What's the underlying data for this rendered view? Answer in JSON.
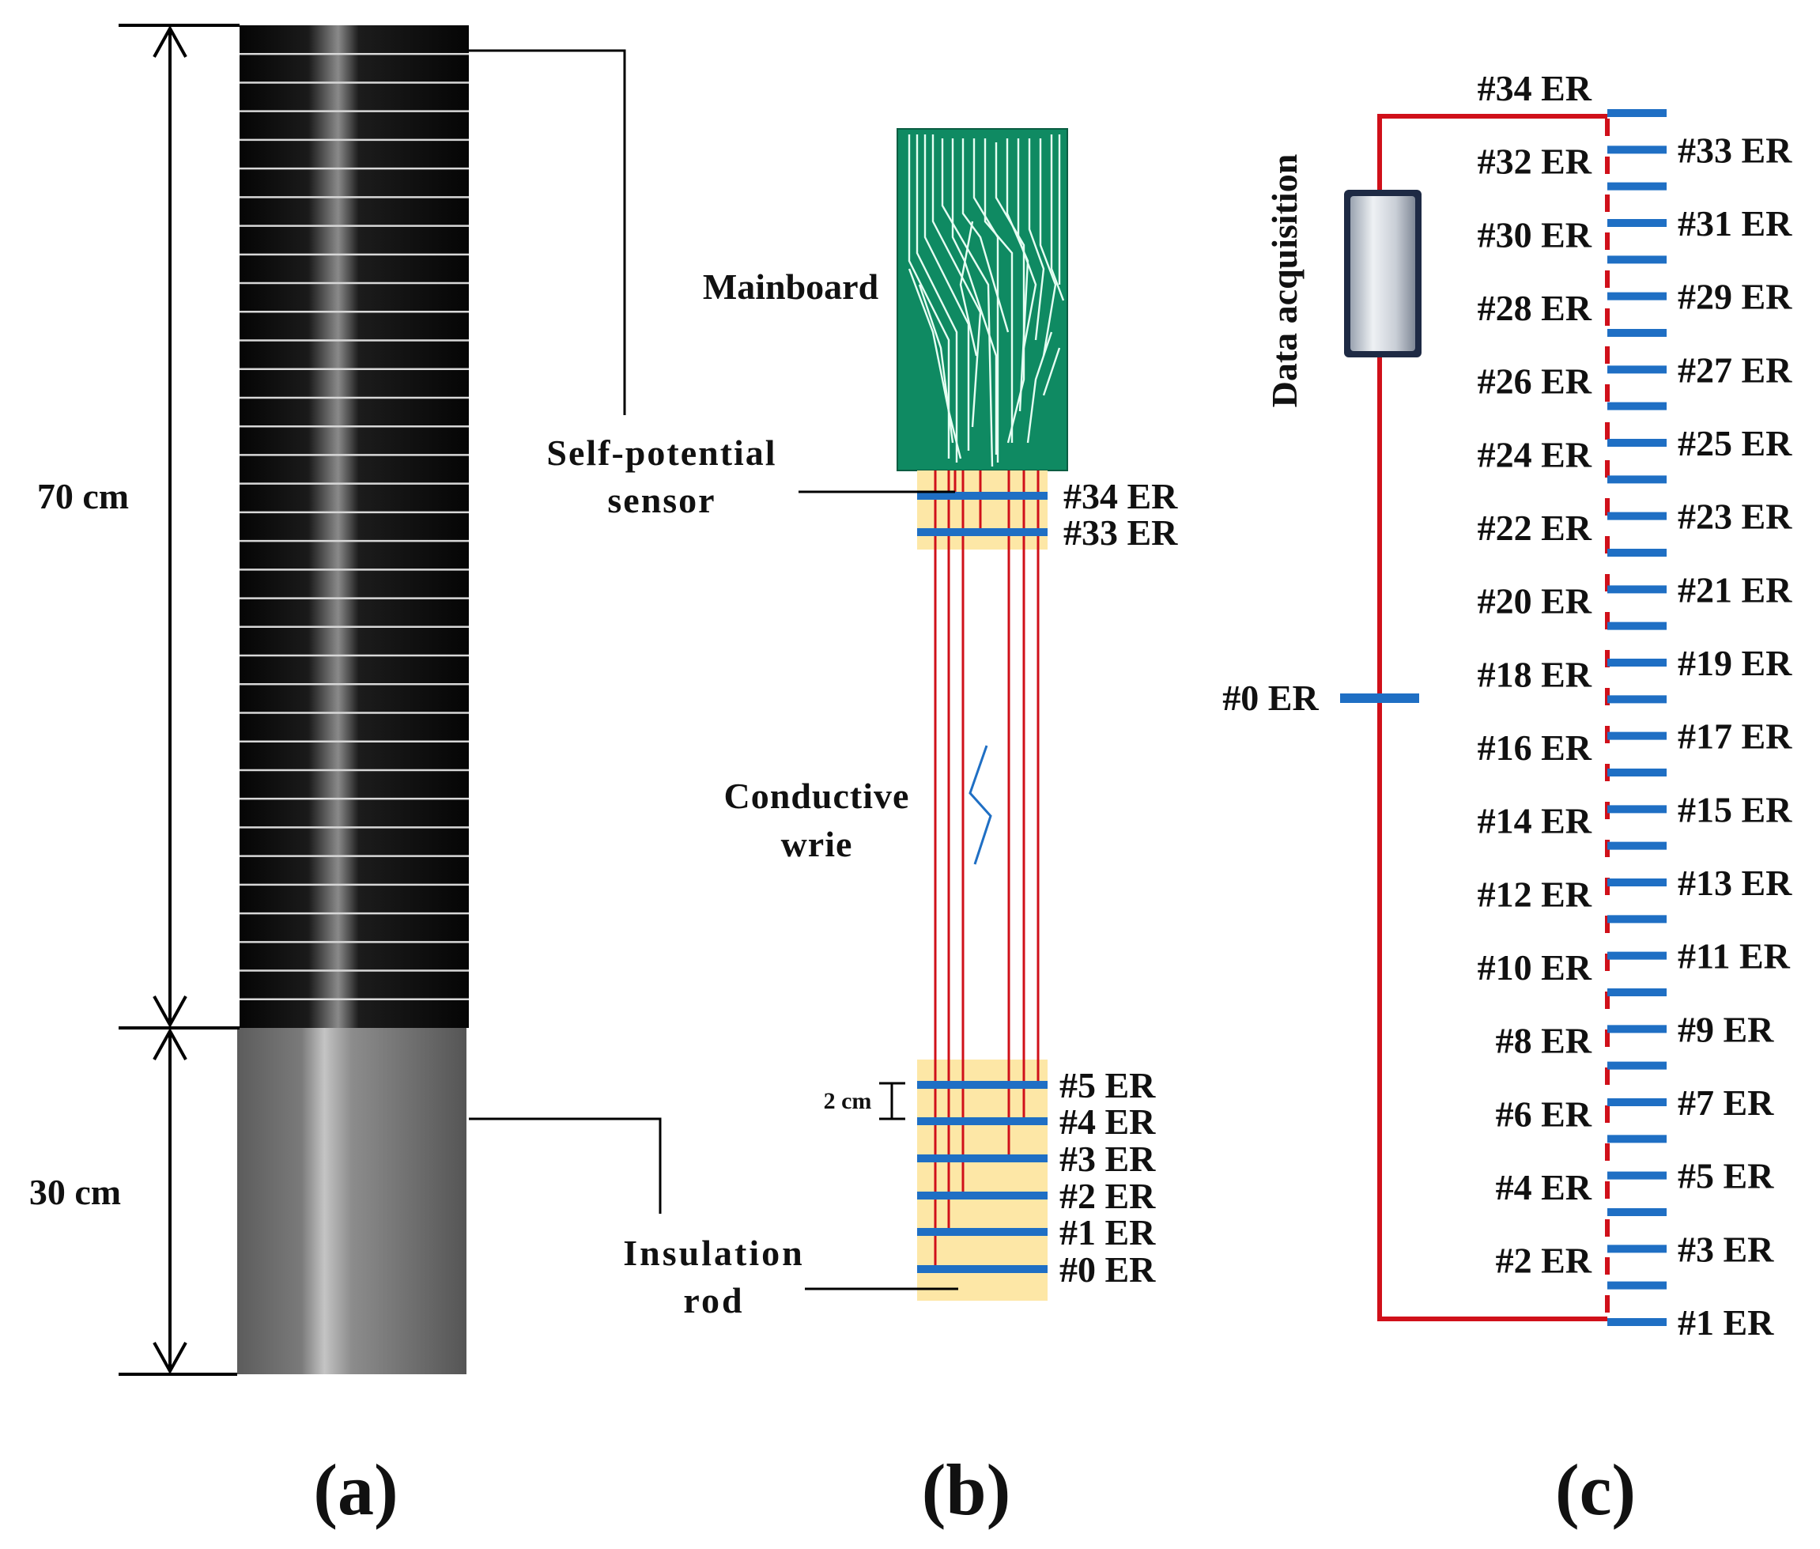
{
  "panel_a": {
    "dim_top": "70 cm",
    "dim_bottom": "30 cm",
    "caption": "(a)",
    "ring_count": 35
  },
  "panel_b": {
    "mainboard": "Mainboard",
    "sensor_line1": "Self-potential",
    "sensor_line2": "sensor",
    "wire_line1": "Conductive",
    "wire_line2": "wrie",
    "rod_line1": "Insulation",
    "rod_line2": "rod",
    "spacing": "2 cm",
    "top_rings": [
      "#34 ER",
      "#33 ER"
    ],
    "bottom_rings": [
      "#5 ER",
      "#4 ER",
      "#3 ER",
      "#2 ER",
      "#1 ER",
      "#0 ER"
    ],
    "caption": "(b)",
    "colors": {
      "board": "#0f8a62",
      "rod": "#fde7a6",
      "ring": "#1f6fc4",
      "wire": "#d0101a"
    }
  },
  "panel_c": {
    "data_acquisition": "Data acquisition",
    "reference": "#0 ER",
    "electrodes": [
      "#34 ER",
      "#33 ER",
      "#32 ER",
      "#31 ER",
      "#30 ER",
      "#29 ER",
      "#28 ER",
      "#27 ER",
      "#26 ER",
      "#25 ER",
      "#24 ER",
      "#23 ER",
      "#22 ER",
      "#21 ER",
      "#20 ER",
      "#19 ER",
      "#18 ER",
      "#17 ER",
      "#16 ER",
      "#15 ER",
      "#14 ER",
      "#13 ER",
      "#12 ER",
      "#11 ER",
      "#10 ER",
      "#9 ER",
      "#8 ER",
      "#7 ER",
      "#6 ER",
      "#5 ER",
      "#4 ER",
      "#3 ER",
      "#2 ER",
      "#1 ER"
    ],
    "caption": "(c)",
    "colors": {
      "electrode": "#1f6fc4",
      "wire": "#d0101a"
    }
  }
}
